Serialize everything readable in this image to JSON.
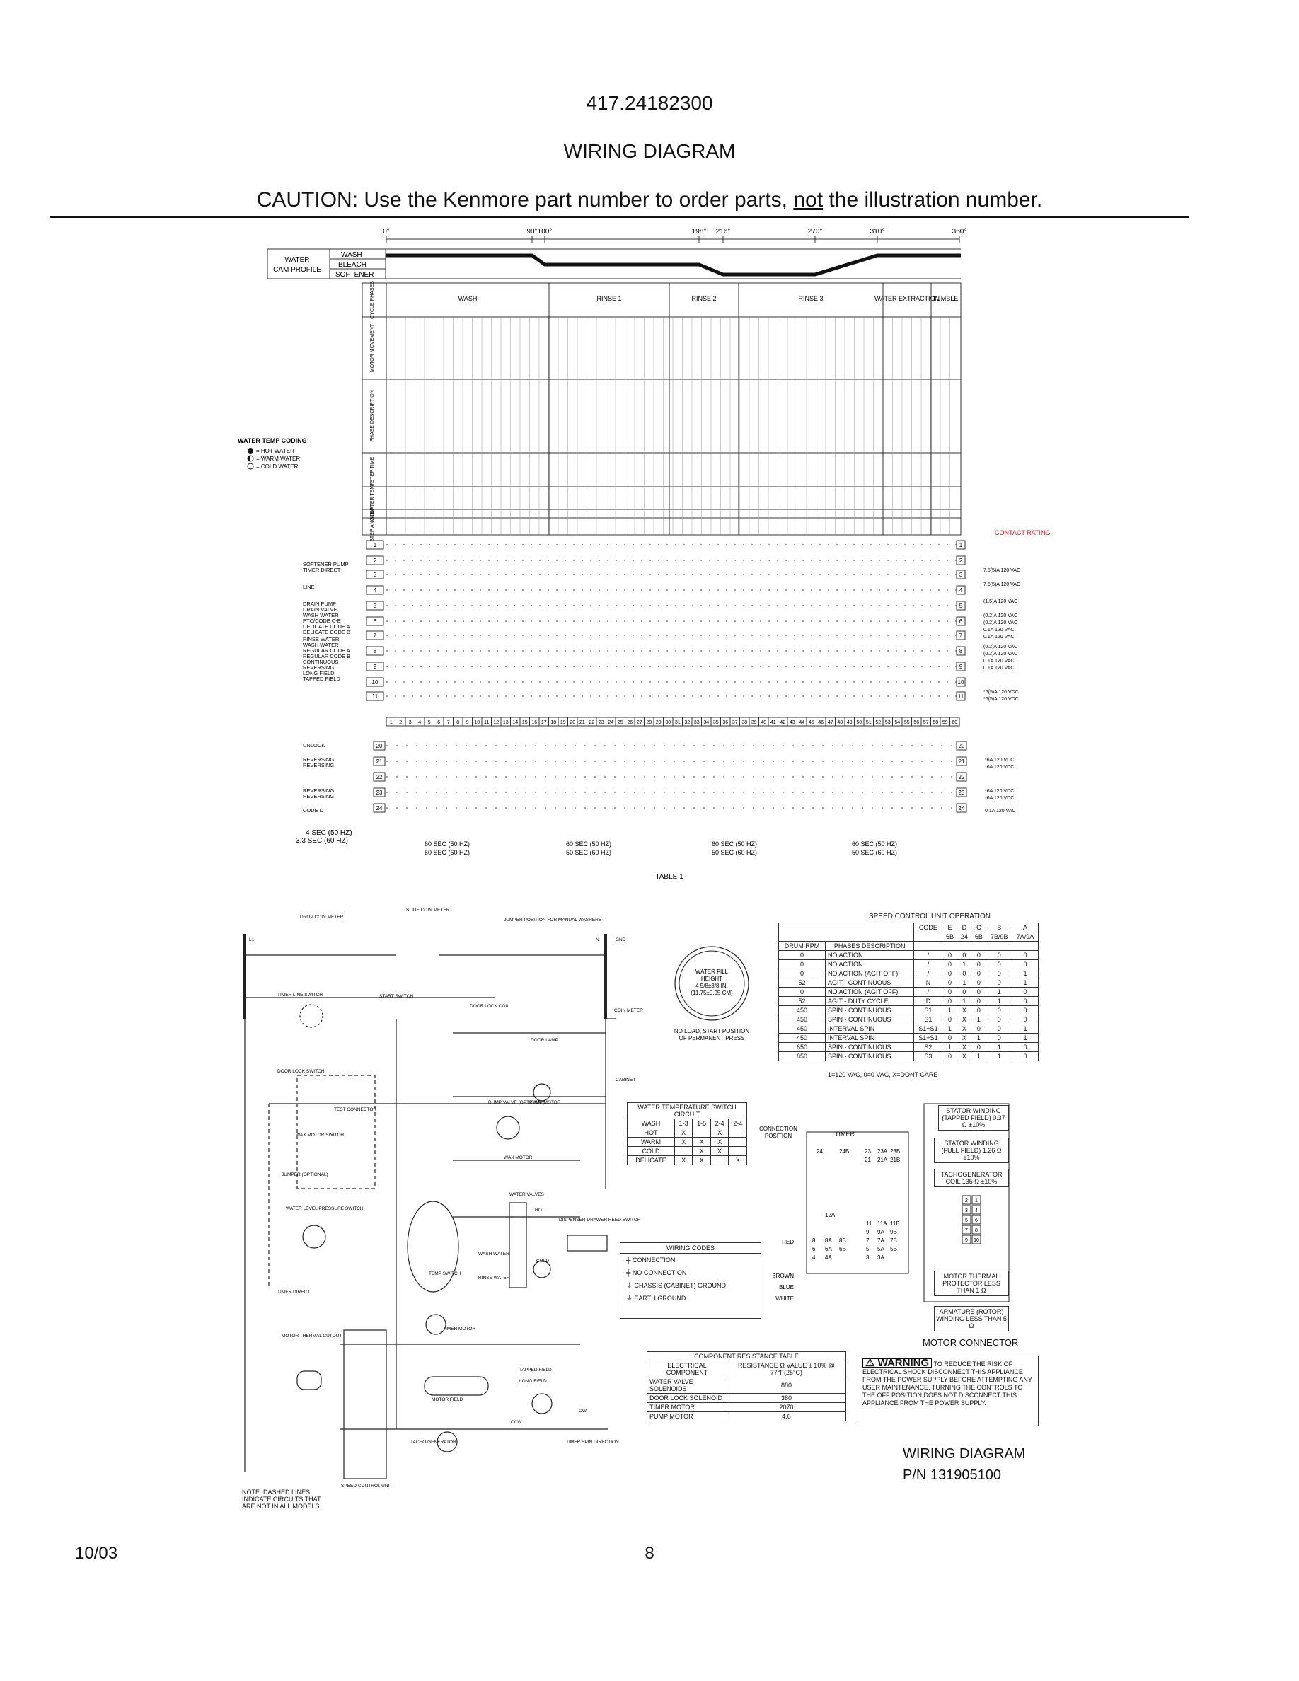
{
  "header": {
    "model": "417.24182300",
    "title": "WIRING DIAGRAM",
    "caution_prefix": "CAUTION: Use the Kenmore part number to order parts,",
    "caution_not": "not",
    "caution_suffix": "the illustration number."
  },
  "timer_chart": {
    "degree_marks": [
      "0°",
      "90°",
      "100°",
      "198°",
      "216°",
      "270°",
      "310°",
      "360°"
    ],
    "water_cam_profile_label": "WATER CAM PROFILE",
    "cam_rows": [
      "WASH",
      "BLEACH",
      "SOFTENER"
    ],
    "cycle_phases": [
      "WASH",
      "RINSE 1",
      "RINSE 2",
      "RINSE 3",
      "WATER EXTRACTION",
      "TUMBLE"
    ],
    "row_headers": [
      "CYCLE PHASES",
      "MOTOR MOVEMENT",
      "PHASE DESCRIPTION",
      "STEP TIME",
      "WATER TEMP",
      "STEP",
      "STEP ANGLE"
    ],
    "water_temp_coding_title": "WATER TEMP CODING",
    "water_temp_coding": [
      "= HOT WATER",
      "= WARM WATER",
      "= COLD WATER"
    ],
    "contact_rating_label": "CONTACT RATING",
    "switch_labels": [
      "SOFTENER PUMP",
      "TIMER DIRECT",
      "LINE",
      "DRAIN PUMP",
      "DRAIN VALVE",
      "WASH WATER",
      "PTC/CODE C-E",
      "DELICATE CODE A",
      "DELICATE CODE B",
      "RINSE WATER",
      "WASH WATER",
      "REGULAR CODE A",
      "REGULAR CODE B",
      "CONTINUOUS",
      "REVERSING",
      "LONG FIELD",
      "TAPPED FIELD"
    ],
    "contact_ratings": [
      "7.5(5)A 120 VAC",
      "7.5(5)A 120 VAC",
      "(1.5)A 120 VAC",
      "(0.2)A 120 VAC",
      "(0.2)A 120 VAC",
      "0.1A 120 VAC",
      "0.1A 120 VAC",
      "(0.2)A 120 VAC",
      "(0.2)A 120 VAC",
      "0.1A 120 VAC",
      "0.1A 120 VAC",
      "*6(5)A 120 VDC",
      "*6(5)A 120 VDC"
    ],
    "lower_switch_labels": [
      "UNLOCK",
      "REVERSING",
      "REVERSING",
      "REVERSING",
      "REVERSING",
      "CODE D"
    ],
    "lower_contact_ratings": [
      "*6A 120 VDC",
      "*6A 120 VDC",
      "*6A 120 VDC",
      "*6A 120 VDC",
      "0.1A 120 VAC"
    ],
    "sec_note": "4 SEC (50 HZ)\n3.3 SEC (60 HZ)",
    "sec_labels": [
      "60 SEC (50 HZ)",
      "50 SEC (60 HZ)"
    ],
    "table_caption": "TABLE 1"
  },
  "schematic": {
    "labels": [
      "DROP COIN METER",
      "SLIDE COIN METER",
      "JUMPER POSITION FOR MANUAL WASHERS",
      "L1",
      "N",
      "GND",
      "TIMER LINE SWITCH",
      "START SWITCH",
      "DOOR LOCK COIL",
      "COIN METER",
      "DOOR LAMP",
      "DOOR LOCK SWITCH",
      "CABINET",
      "DUMP VALVE (OPTIONAL)",
      "PUMP MOTOR",
      "TEST CONNECTOR",
      "WAX MOTOR SWITCH",
      "WAX MOTOR",
      "JUMPER (OPTIONAL)",
      "WATER LEVEL PRESSURE SWITCH",
      "WATER VALVES",
      "HOT",
      "DISPENSER DRAWER REED SWITCH",
      "COLD",
      "WASH WATER",
      "RINSE WATER",
      "TEMP SWITCH",
      "TIMER DIRECT",
      "TIMER MOTOR",
      "MOTOR THERMAL CUTOUT",
      "SPEED CONTROL UNIT",
      "MOTOR FIELD",
      "TAPPED FIELD",
      "LONG FIELD",
      "TACHO GENERATOR",
      "TIMER SPIN DIRECTION",
      "CCW",
      "CW"
    ],
    "note": "NOTE: DASHED LINES INDICATE CIRCUITS THAT ARE NOT IN ALL MODELS",
    "water_fill": "WATER FILL HEIGHT 4 5/8±3/8 IN. (11.75±0.95 CM)",
    "no_load": "NO LOAD, START POSITION OF PERMANENT PRESS"
  },
  "speed_control": {
    "title": "SPEED CONTROL UNIT OPERATION",
    "code_label": "CODE",
    "col_letters": [
      "E",
      "D",
      "C",
      "B",
      "A"
    ],
    "col_numbers": [
      "6B",
      "24",
      "6B",
      "7B/9B",
      "7A/9A"
    ],
    "drum_rpm_label": "DRUM RPM",
    "phases_label": "PHASES DESCRIPTION",
    "rows": [
      {
        "rpm": "0",
        "phase": "NO ACTION",
        "code": "/",
        "vals": [
          "0",
          "0",
          "0",
          "0",
          "0"
        ]
      },
      {
        "rpm": "0",
        "phase": "NO ACTION",
        "code": "/",
        "vals": [
          "0",
          "1",
          "0",
          "0",
          "0"
        ]
      },
      {
        "rpm": "0",
        "phase": "NO ACTION (AGIT OFF)",
        "code": "/",
        "vals": [
          "0",
          "0",
          "0",
          "0",
          "1"
        ]
      },
      {
        "rpm": "52",
        "phase": "AGIT - CONTINUOUS",
        "code": "N",
        "vals": [
          "0",
          "1",
          "0",
          "0",
          "1"
        ]
      },
      {
        "rpm": "0",
        "phase": "NO ACTION (AGIT OFF)",
        "code": "/",
        "vals": [
          "0",
          "0",
          "0",
          "1",
          "0"
        ]
      },
      {
        "rpm": "52",
        "phase": "AGIT - DUTY CYCLE",
        "code": "D",
        "vals": [
          "0",
          "1",
          "0",
          "1",
          "0"
        ]
      },
      {
        "rpm": "450",
        "phase": "SPIN - CONTINUOUS",
        "code": "S1",
        "vals": [
          "1",
          "X",
          "0",
          "0",
          "0"
        ]
      },
      {
        "rpm": "450",
        "phase": "SPIN - CONTINUOUS",
        "code": "S1",
        "vals": [
          "0",
          "X",
          "1",
          "0",
          "0"
        ]
      },
      {
        "rpm": "450",
        "phase": "INTERVAL SPIN",
        "code": "S1+S1",
        "vals": [
          "1",
          "X",
          "0",
          "0",
          "1"
        ]
      },
      {
        "rpm": "450",
        "phase": "INTERVAL SPIN",
        "code": "S1+S1",
        "vals": [
          "0",
          "X",
          "1",
          "0",
          "1"
        ]
      },
      {
        "rpm": "650",
        "phase": "SPIN - CONTINUOUS",
        "code": "S2",
        "vals": [
          "1",
          "X",
          "0",
          "1",
          "0"
        ]
      },
      {
        "rpm": "850",
        "phase": "SPIN - CONTINUOUS",
        "code": "S3",
        "vals": [
          "0",
          "X",
          "1",
          "1",
          "0"
        ]
      }
    ],
    "legend": "1=120 VAC,  0=0 VAC,  X=DONT CARE"
  },
  "water_temp_switch": {
    "title": "WATER TEMPERATURE SWITCH CIRCUIT",
    "cols": [
      "WASH",
      "1-3",
      "1-5",
      "2-4",
      "2-4"
    ],
    "rows": [
      [
        "HOT",
        "X",
        "",
        "X",
        ""
      ],
      [
        "WARM",
        "X",
        "X",
        "X",
        ""
      ],
      [
        "COLD",
        "",
        "X",
        "X",
        ""
      ],
      [
        "DELICATE",
        "X",
        "X",
        "",
        "X"
      ]
    ]
  },
  "wiring_codes": {
    "title": "WIRING CODES",
    "items": [
      "CONNECTION",
      "NO CONNECTION",
      "CHASSIS (CABINET) GROUND",
      "EARTH GROUND"
    ]
  },
  "timer_block": {
    "connection_position": "CONNECTION POSITION",
    "timer_label": "TIMER",
    "terminals_top": [
      "24",
      "24B",
      "23",
      "23A",
      "23B",
      "21",
      "21A",
      "21B"
    ],
    "terminals_bottom": [
      "12A",
      "11",
      "11A",
      "11B",
      "9",
      "9A",
      "9B",
      "8",
      "8A",
      "8B",
      "7",
      "7A",
      "7B",
      "6",
      "6A",
      "6B",
      "5",
      "5A",
      "5B",
      "4",
      "4A",
      "3",
      "3A"
    ],
    "wire_colors": [
      "RED",
      "BROWN",
      "BLUE",
      "WHITE"
    ]
  },
  "motor_connector": {
    "title": "MOTOR CONNECTOR",
    "stator_tapped": "STATOR WINDING (TAPPED FIELD) 0.37 Ω ±10%",
    "stator_full": "STATOR WINDING (FULL FIELD) 1.26 Ω ±10%",
    "tacho": "TACHOGENERATOR COIL 135 Ω ±10%",
    "thermal": "MOTOR THERMAL PROTECTOR LESS THAN 1 Ω",
    "armature": "ARMATURE (ROTOR) WINDING LESS THAN 5 Ω",
    "pins": [
      "2",
      "1",
      "3",
      "4",
      "5",
      "6",
      "7",
      "8",
      "9",
      "10"
    ]
  },
  "resistance_table": {
    "title": "COMPONENT RESISTANCE TABLE",
    "col1": "ELECTRICAL COMPONENT",
    "col2": "RESISTANCE Ω VALUE ± 10% @ 77°F(25°C)",
    "rows": [
      [
        "WATER VALVE SOLENOIDS",
        "880"
      ],
      [
        "DOOR LOCK SOLENOID",
        "380"
      ],
      [
        "TIMER MOTOR",
        "2070"
      ],
      [
        "PUMP MOTOR",
        "4.6"
      ]
    ]
  },
  "warning": {
    "heading": "WARNING",
    "text_first": "TO REDUCE THE RISK",
    "text": "OF ELECTRICAL SHOCK DISCONNECT THIS APPLIANCE FROM THE POWER SUPPLY BEFORE ATTEMPTING ANY USER MAINTENANCE. TURNING THE CONTROLS TO THE OFF POSITION DOES NOT DISCONNECT THIS APPLIANCE FROM THE POWER SUPPLY."
  },
  "footer": {
    "diagram_title": "WIRING DIAGRAM",
    "part_number": "P/N 131905100",
    "date": "10/03",
    "page": "8"
  }
}
